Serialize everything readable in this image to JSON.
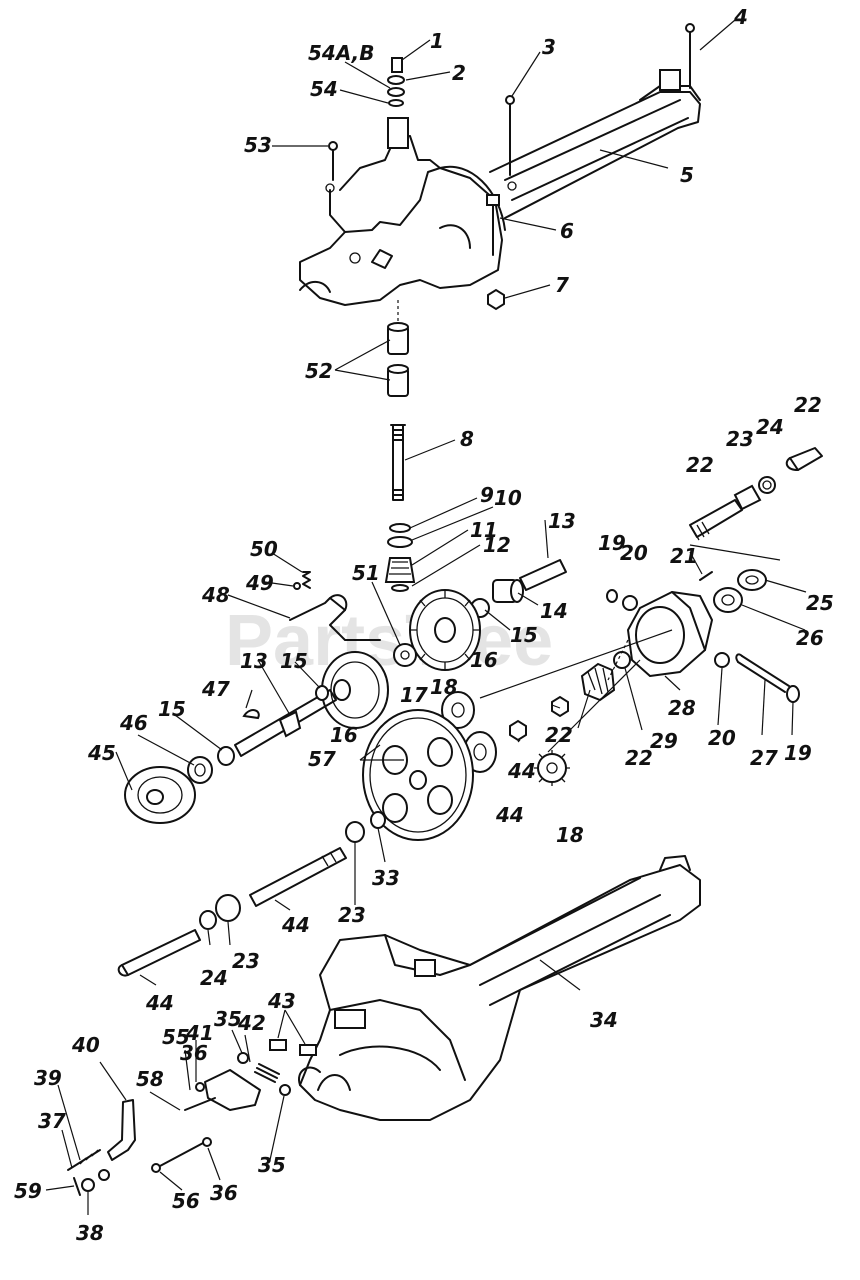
{
  "watermark": "PartsTree",
  "callouts": {
    "c1": "1",
    "c2": "2",
    "c3": "3",
    "c4": "4",
    "c5": "5",
    "c6": "6",
    "c7": "7",
    "c8": "8",
    "c9": "9",
    "c10": "10",
    "c11": "11",
    "c12": "12",
    "c13a": "13",
    "c13b": "13",
    "c14": "14",
    "c15a": "15",
    "c15b": "15",
    "c15c": "15",
    "c16a": "16",
    "c16b": "16",
    "c17": "17",
    "c18a": "18",
    "c18b": "18",
    "c19a": "19",
    "c19b": "19",
    "c20a": "20",
    "c20b": "20",
    "c21": "21",
    "c22a": "22",
    "c22b": "22",
    "c22c": "22",
    "c22d": "22",
    "c23a": "23",
    "c23b": "23",
    "c23c": "23",
    "c24a": "24",
    "c24b": "24",
    "c25": "25",
    "c26": "26",
    "c27": "27",
    "c28": "28",
    "c29": "29",
    "c33": "33",
    "c34": "34",
    "c35a": "35",
    "c35b": "35",
    "c36a": "36",
    "c36b": "36",
    "c37": "37",
    "c38": "38",
    "c39": "39",
    "c40": "40",
    "c41": "41",
    "c42": "42",
    "c43": "43",
    "c44a": "44",
    "c44b": "44",
    "c44c": "44",
    "c44d": "44",
    "c45": "45",
    "c46": "46",
    "c47": "47",
    "c48": "48",
    "c49": "49",
    "c50": "50",
    "c51": "51",
    "c52": "52",
    "c53": "53",
    "c54": "54",
    "c54ab": "54A,B",
    "c55": "55",
    "c56": "56",
    "c57": "57",
    "c58": "58",
    "c59": "59"
  }
}
